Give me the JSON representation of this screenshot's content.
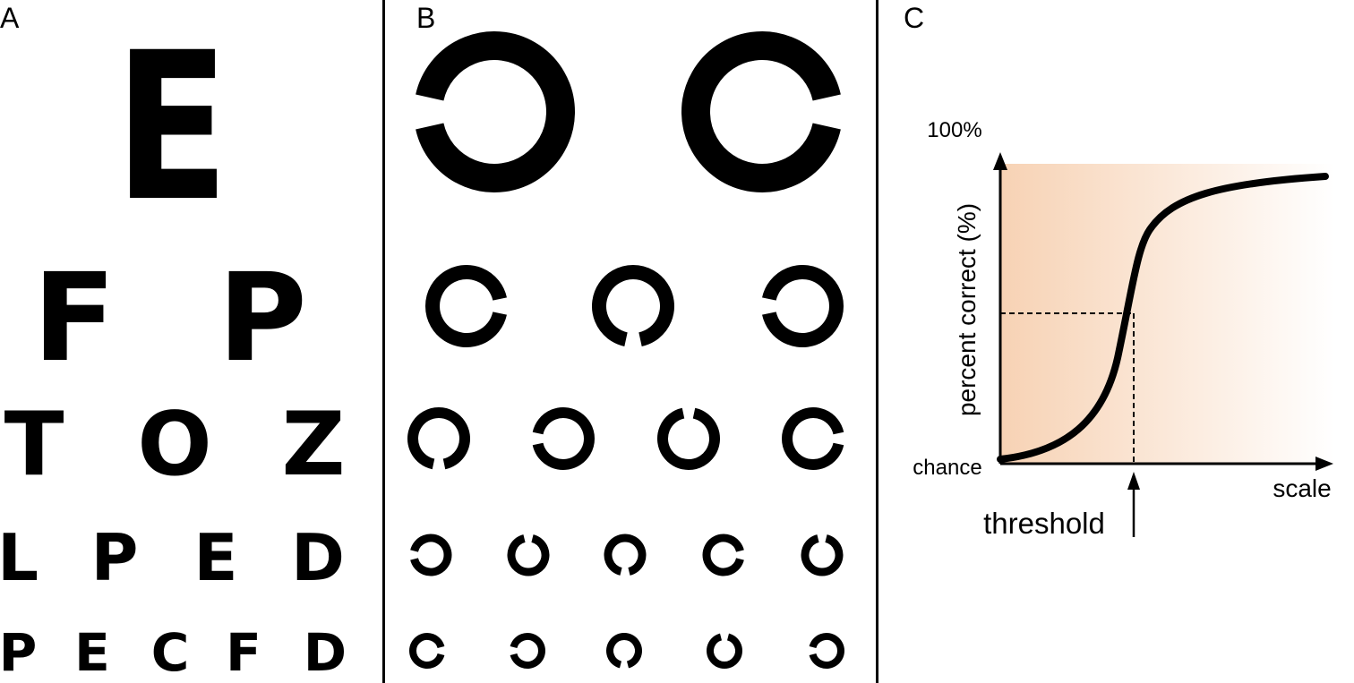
{
  "panels": {
    "a": {
      "label": "A",
      "rows": [
        [
          "E"
        ],
        [
          "F",
          "P"
        ],
        [
          "T",
          "O",
          "Z"
        ],
        [
          "L",
          "P",
          "E",
          "D"
        ],
        [
          "P",
          "E",
          "C",
          "F",
          "D"
        ]
      ]
    },
    "b": {
      "label": "B",
      "rows": [
        [
          "left",
          "right"
        ],
        [
          "right",
          "down",
          "left"
        ],
        [
          "down",
          "left",
          "up",
          "right"
        ],
        [
          "left",
          "up",
          "down",
          "right",
          "up"
        ],
        [
          "right",
          "left",
          "down",
          "up",
          "left"
        ]
      ]
    },
    "c": {
      "label": "C",
      "y_top_label": "100%",
      "y_axis_label": "percent correct (%)",
      "y_bottom_label": "chance",
      "x_axis_label": "scale",
      "threshold_label": "threshold"
    }
  },
  "colors": {
    "ink": "#000000",
    "shade_start": "#f7d2b4",
    "shade_end": "#ffffff"
  }
}
